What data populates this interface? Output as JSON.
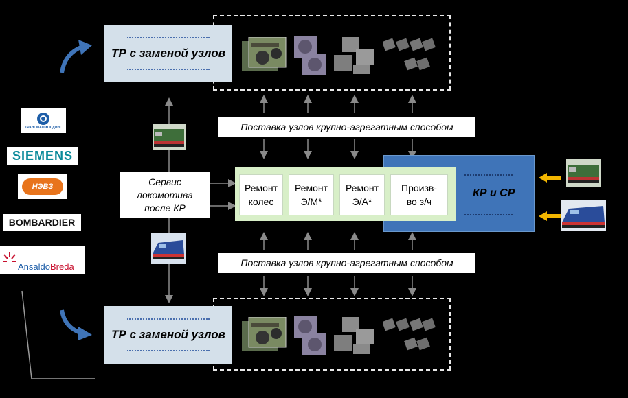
{
  "top_block": {
    "label": "ТР с заменой узлов"
  },
  "bottom_block": {
    "label": "ТР с заменой узлов"
  },
  "supply_top": "Поставка узлов крупно-агрегатным способом",
  "supply_bottom": "Поставка узлов крупно-агрегатным способом",
  "service": {
    "line1": "Сервис",
    "line2": "локомотива",
    "line3": "после КР"
  },
  "repair_cells": [
    {
      "line1": "Ремонт",
      "line2": "колес"
    },
    {
      "line1": "Ремонт",
      "line2": "Э/М*"
    },
    {
      "line1": "Ремонт",
      "line2": "Э/А*"
    },
    {
      "line1": "Произв-",
      "line2": "во з/ч"
    }
  ],
  "kr_label": "КР и СР",
  "logos": {
    "tmh": "ТРАНСМАШХОЛДИНГ",
    "siemens": "SIEMENS",
    "nevz": "НЭВЗ",
    "bombardier": "BOMBARDIER",
    "ansaldo_1": "Ansaldo",
    "ansaldo_2": "Breda"
  },
  "colors": {
    "background": "#000000",
    "tr_box": "#d4e0ea",
    "green_band": "#d8efc8",
    "kr_box": "#3f74b8",
    "curve_arrow": "#3f74b8",
    "input_arrow": "#f2b600"
  }
}
